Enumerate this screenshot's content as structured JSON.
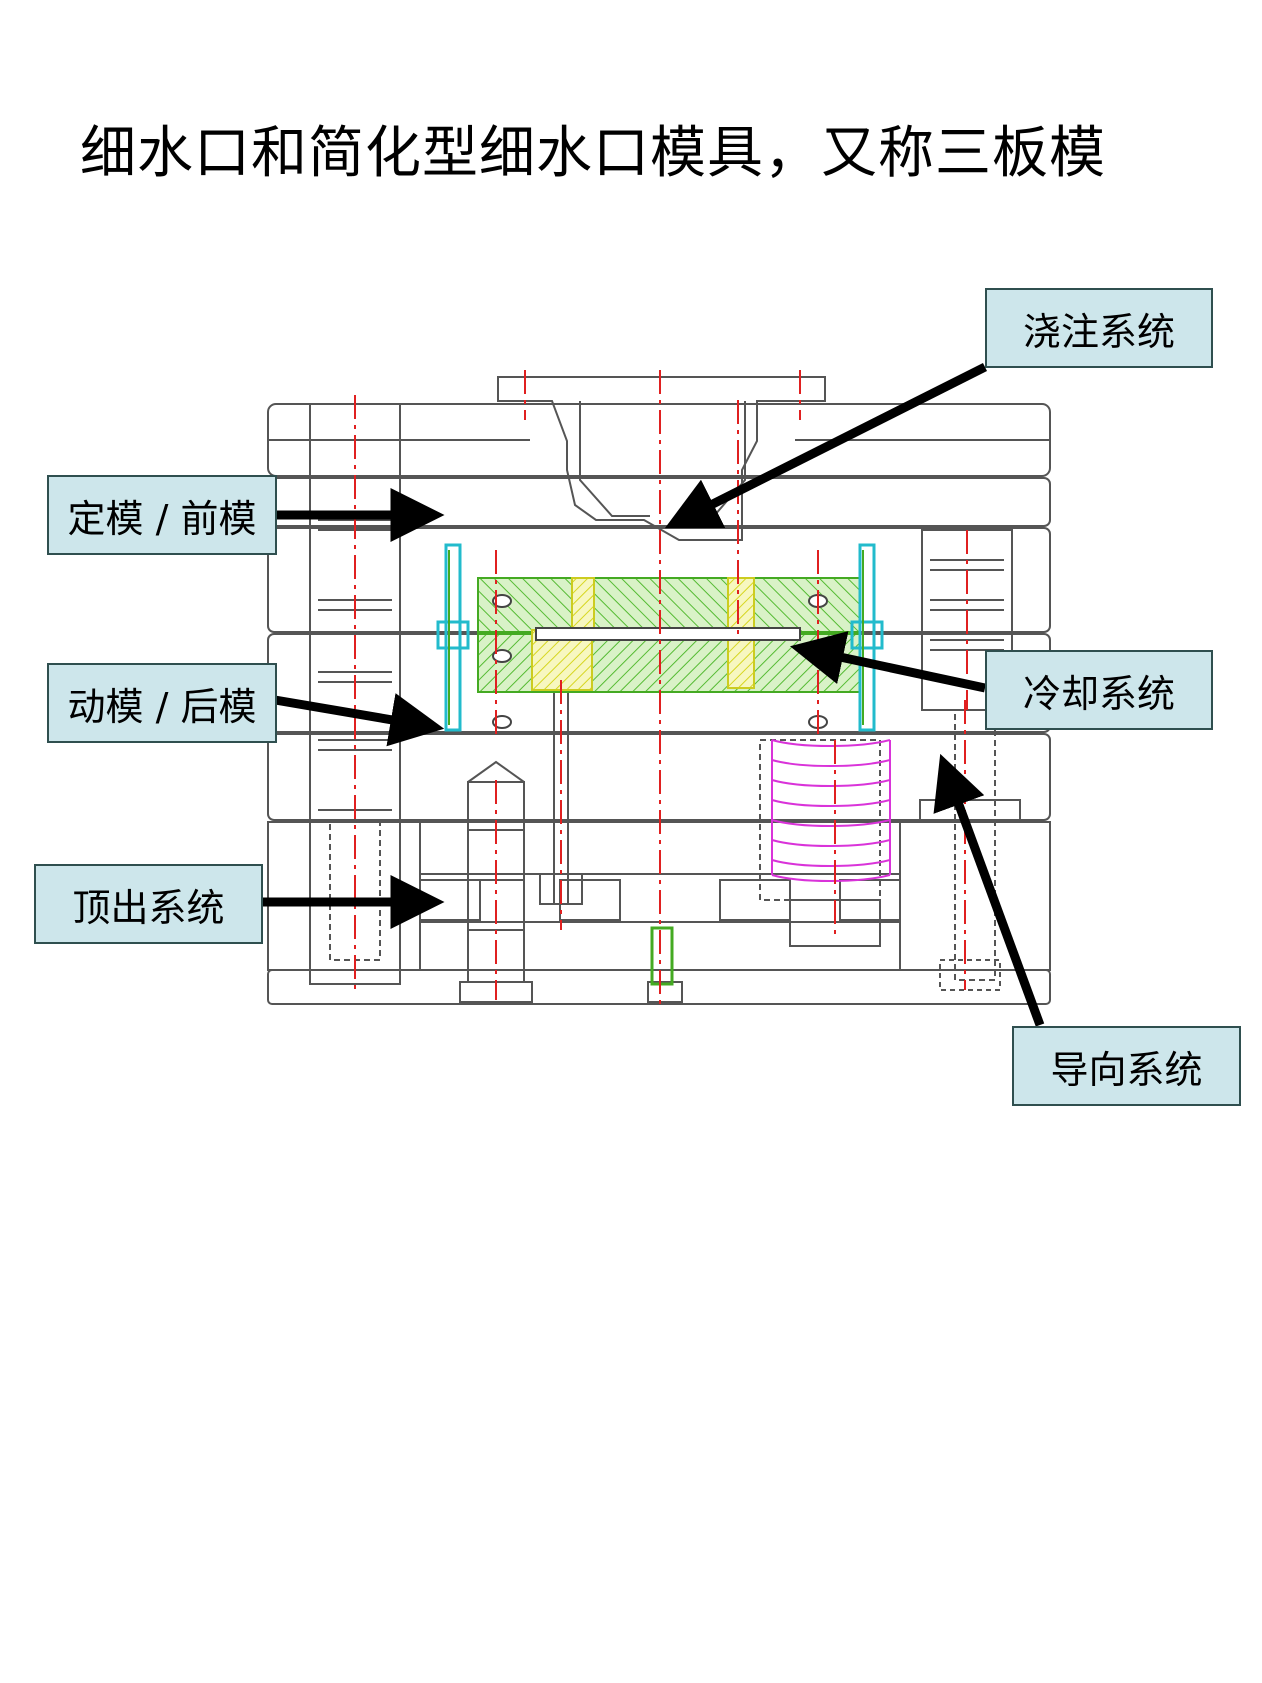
{
  "title": "细水口和简化型细水口模具，又称三板模",
  "labels": {
    "pouring_system": "浇注系统",
    "fixed_mold": "定模 / 前模",
    "cooling_system": "冷却系统",
    "moving_mold": "动模 / 后模",
    "ejection_system": "顶出系统",
    "guide_system": "导向系统"
  },
  "colors": {
    "label_bg": "#cde6eb",
    "label_border": "#2f4f4f",
    "outline": "#555555",
    "centerline": "#e02020",
    "cavity_hatch": "#66cc33",
    "insert_yellow": "#e6e633",
    "spring": "#e040e0",
    "cyan_part": "#33cccc"
  }
}
